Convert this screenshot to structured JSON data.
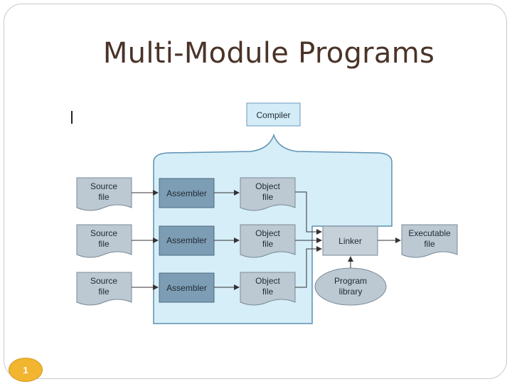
{
  "slide": {
    "title": "Multi-Module Programs",
    "page_number": "1"
  },
  "diagram": {
    "compiler": "Compiler",
    "source_files": [
      {
        "line1": "Source",
        "line2": "file"
      },
      {
        "line1": "Source",
        "line2": "file"
      },
      {
        "line1": "Source",
        "line2": "file"
      }
    ],
    "assemblers": [
      "Assembler",
      "Assembler",
      "Assembler"
    ],
    "object_files": [
      {
        "line1": "Object",
        "line2": "file"
      },
      {
        "line1": "Object",
        "line2": "file"
      },
      {
        "line1": "Object",
        "line2": "file"
      }
    ],
    "linker": "Linker",
    "library": {
      "line1": "Program",
      "line2": "library"
    },
    "executable": {
      "line1": "Executable",
      "line2": "file"
    }
  },
  "colors": {
    "compiler_region": "#d6eef8",
    "assembler": "#7d9db4",
    "document": "#bcc8d2",
    "linker": "#c6d0d8",
    "accent_badge": "#f2b530"
  }
}
